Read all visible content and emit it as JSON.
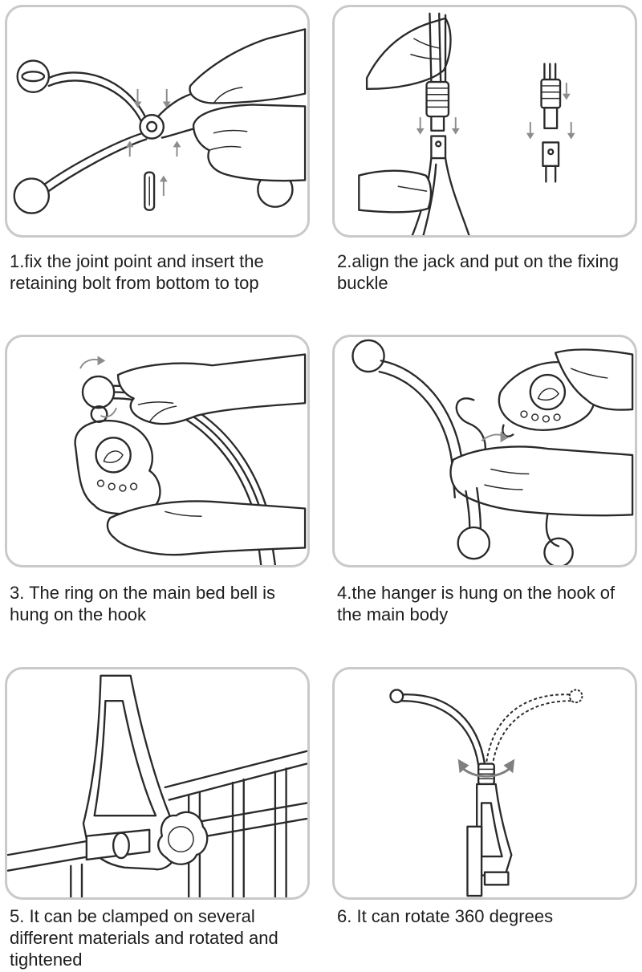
{
  "steps": [
    {
      "caption": "1.fix the joint point and insert the retaining bolt from bottom to top"
    },
    {
      "caption": "2.align the jack and put on the fixing buckle"
    },
    {
      "caption": "3. The ring on the main bed bell is hung on the hook"
    },
    {
      "caption": "4.the hanger is hung on the hook of the main body"
    },
    {
      "caption": "5. It can be clamped on several different materials and rotated and tightened"
    },
    {
      "caption": "6. It can rotate 360 degrees"
    }
  ]
}
